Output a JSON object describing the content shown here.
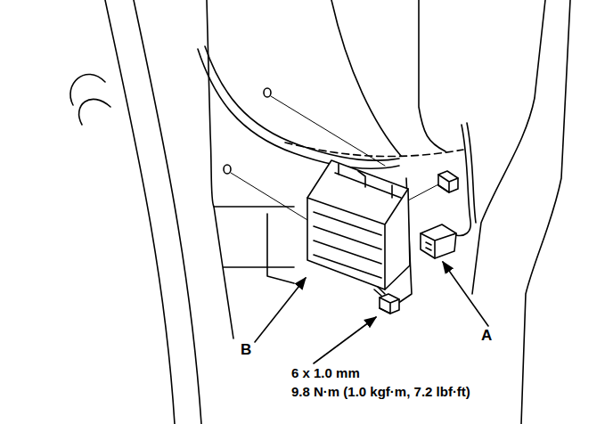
{
  "diagram": {
    "labels": [
      "B",
      "A",
      "6 x 1.0 mm",
      "9.8 N·m (1.0 kgf·m, 7.2 lbf·ft)"
    ]
  }
}
